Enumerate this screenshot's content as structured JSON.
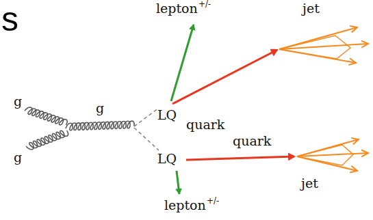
{
  "diagram": {
    "labels": [
      "s",
      "lepton",
      "+/-",
      "jet",
      "g",
      "g",
      "g",
      "LQ",
      "quark",
      "LQ",
      "quark",
      "jet",
      "lepton",
      "+/-"
    ]
  }
}
